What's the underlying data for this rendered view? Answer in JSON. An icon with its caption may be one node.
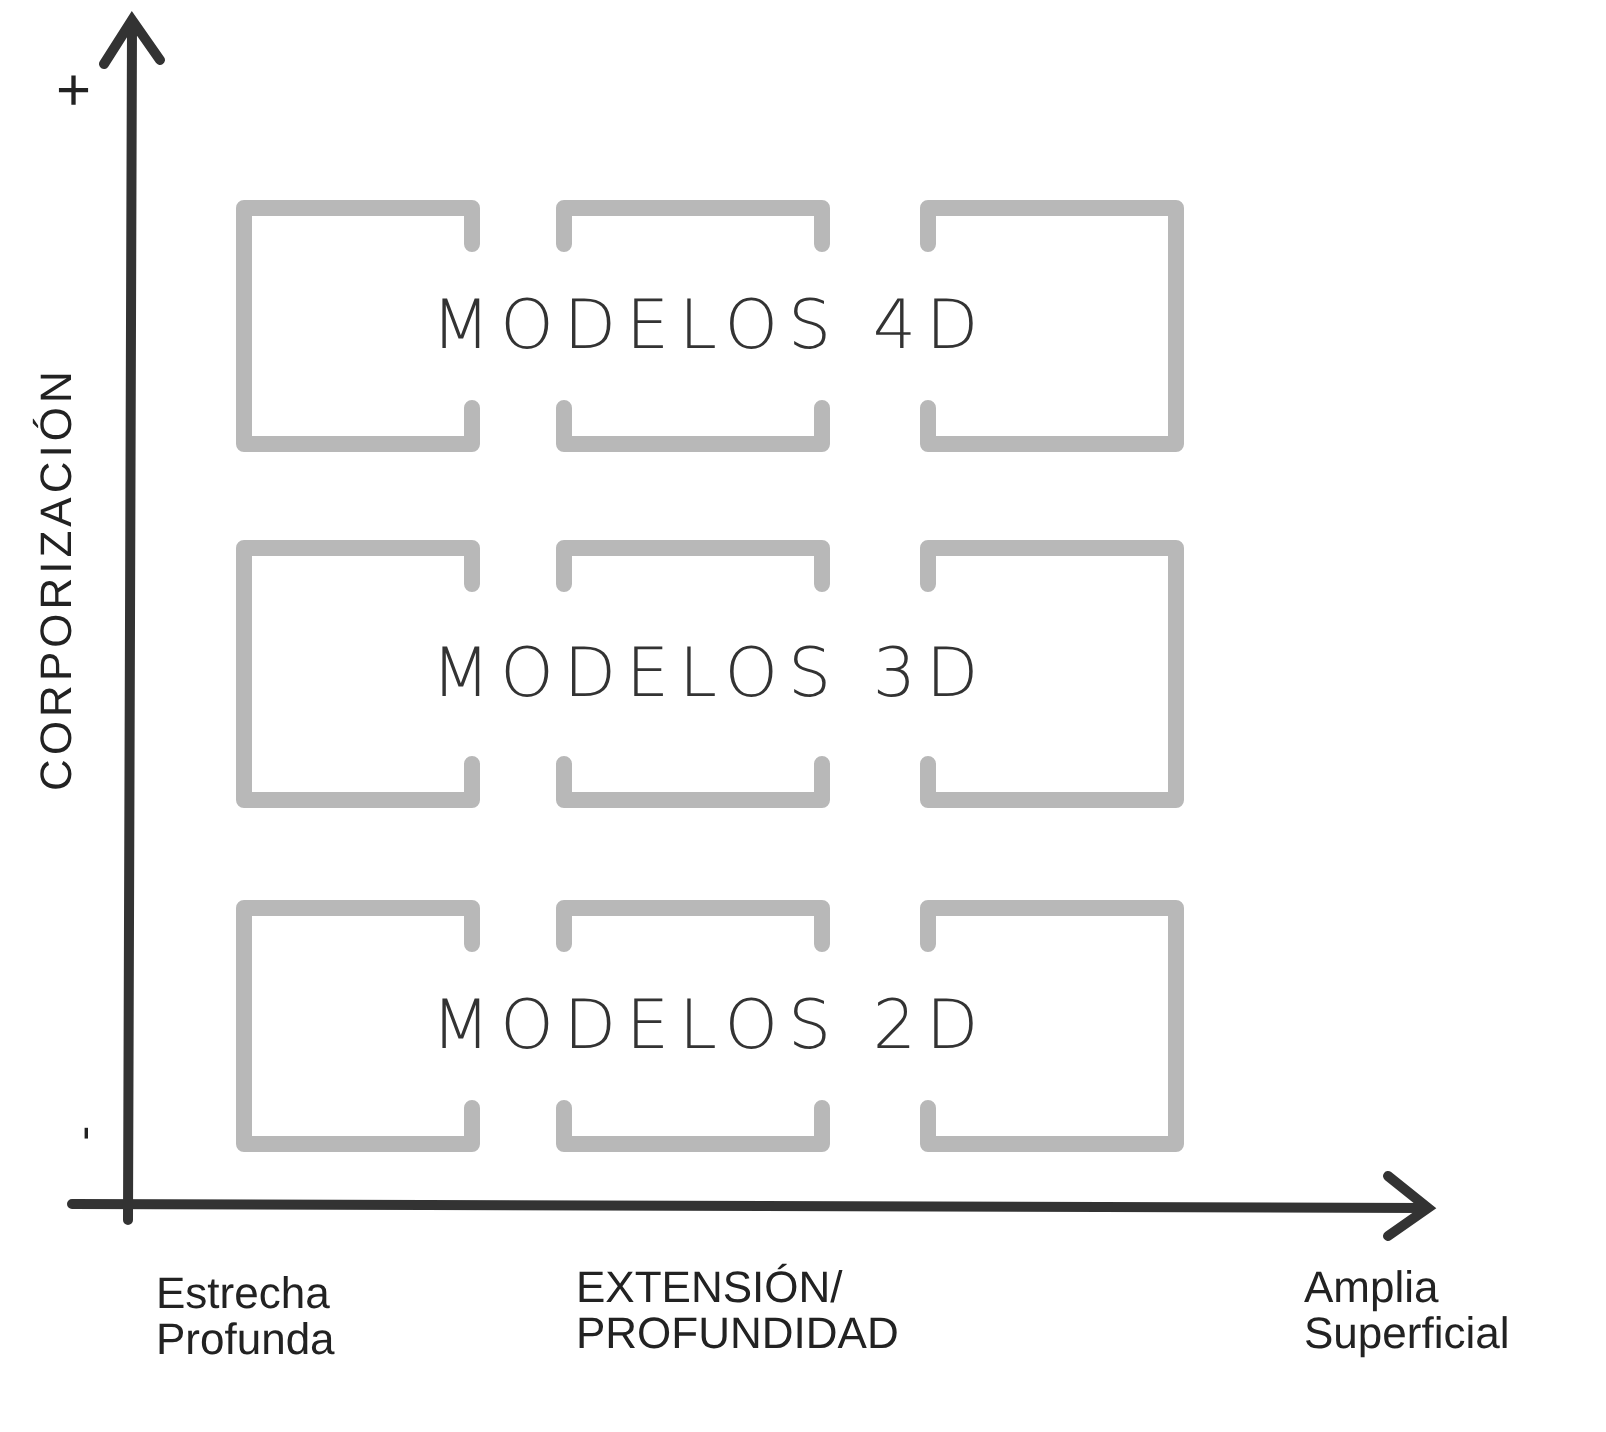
{
  "diagram": {
    "nodes": [
      {
        "text": [
          "MODELOS 4D"
        ]
      },
      {
        "text": [
          "MODELOS 3D"
        ]
      },
      {
        "text": [
          "MODELOS 2D"
        ]
      }
    ],
    "edges": [],
    "labels": [
      "+",
      "-",
      "CORPORIZACIÓN",
      "Estrecha Profunda",
      "EXTENSIÓN/ PROFUNDIDAD",
      "Amplia Superficial"
    ]
  }
}
